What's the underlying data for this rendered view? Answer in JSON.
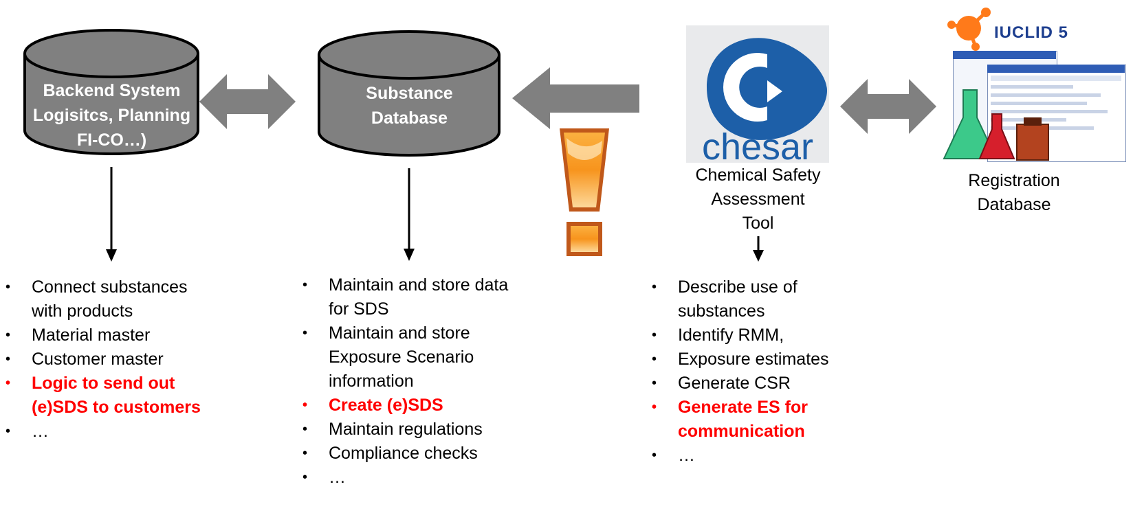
{
  "nodes": {
    "backend": {
      "line1": "Backend System",
      "line2": "Logisitcs, Planning",
      "line3": "FI-CO…)"
    },
    "substance": {
      "line1": "Substance",
      "line2": "Database"
    },
    "chesar": {
      "logo_text": "chesar",
      "caption1": "Chemical Safety",
      "caption2": "Assessment",
      "caption3": "Tool"
    },
    "iuclid": {
      "logo_text": "IUCLID 5",
      "caption1": "Registration",
      "caption2": "Database"
    }
  },
  "lists": {
    "backend": [
      {
        "text": "Connect substances with products",
        "highlight": false
      },
      {
        "text": "Material master",
        "highlight": false
      },
      {
        "text": "Customer master",
        "highlight": false
      },
      {
        "text": "Logic to send out (e)SDS to customers",
        "highlight": true
      },
      {
        "text": "…",
        "highlight": false
      }
    ],
    "substance": [
      {
        "text": "Maintain and store data for SDS",
        "highlight": false
      },
      {
        "text": "Maintain and store Exposure Scenario information",
        "highlight": false
      },
      {
        "text": "Create (e)SDS",
        "highlight": true
      },
      {
        "text": "Maintain regulations",
        "highlight": false
      },
      {
        "text": "Compliance checks",
        "highlight": false
      },
      {
        "text": "…",
        "highlight": false
      }
    ],
    "chesar": [
      {
        "text": "Describe use of substances",
        "highlight": false
      },
      {
        "text": "Identify RMM,",
        "highlight": false
      },
      {
        "text": "Exposure estimates",
        "highlight": false
      },
      {
        "text": "Generate CSR",
        "highlight": false
      },
      {
        "text": "Generate ES for communication",
        "highlight": true
      },
      {
        "text": "…",
        "highlight": false
      }
    ]
  },
  "colors": {
    "shape_gray": "#808080",
    "highlight_red": "#ff0000",
    "chesar_blue": "#1d5fa8",
    "warning_orange": "#f5a623"
  },
  "icons": {
    "warning": "exclamation-warning-icon"
  }
}
